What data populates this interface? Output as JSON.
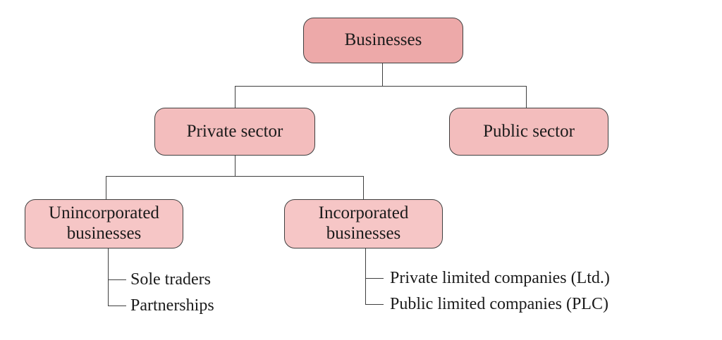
{
  "nodes": {
    "businesses": "Businesses",
    "private_sector": "Private sector",
    "public_sector": "Public sector",
    "unincorporated": "Unincorporated businesses",
    "incorporated": "Incorporated businesses"
  },
  "leaves": {
    "sole_traders": "Sole traders",
    "partnerships": "Partnerships",
    "private_ltd": "Private limited companies (Ltd.)",
    "public_plc": "Public limited companies (PLC)"
  },
  "colors": {
    "level1_fill": "#eda9a9",
    "level2_fill": "#f3bdbd",
    "level3_fill": "#f6c6c6",
    "border": "#3f3f3f",
    "line": "#3f3f3f",
    "text": "#1b1b1b",
    "background": "#ffffff"
  }
}
